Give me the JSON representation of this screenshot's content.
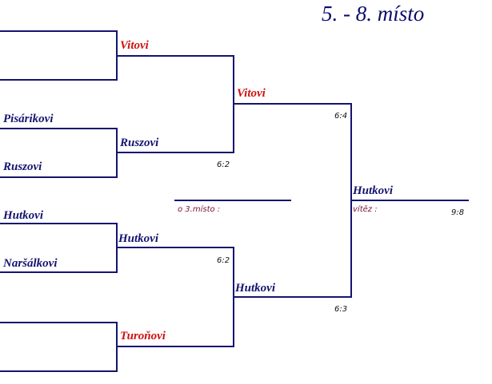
{
  "title": "5. - 8. místo",
  "colors": {
    "line": "#141470",
    "name": "#141470",
    "highlight": "#d01010",
    "note": "#7a1430"
  },
  "round1": {
    "slot1": "",
    "slot2": "Pisárikovi",
    "slot3": "Ruszovi",
    "slot4": "Hutkovi",
    "slot5": "Naršálkovi",
    "slot6": ""
  },
  "round2": {
    "top": "Vitovi",
    "upper_mid": "Ruszovi",
    "lower_mid": "Hutkovi",
    "bottom": "Turoňovi",
    "score_upper": "6:2",
    "score_lower": "6:2"
  },
  "semifinal": {
    "top": "Vitovi",
    "bottom": "Hutkovi",
    "score_top": "6:4",
    "score_bottom": "6:3"
  },
  "final": {
    "winner": "Hutkovi",
    "winner_label": "vítěz :",
    "score": "9:8"
  },
  "third_place": {
    "label": "o 3.místo :"
  }
}
